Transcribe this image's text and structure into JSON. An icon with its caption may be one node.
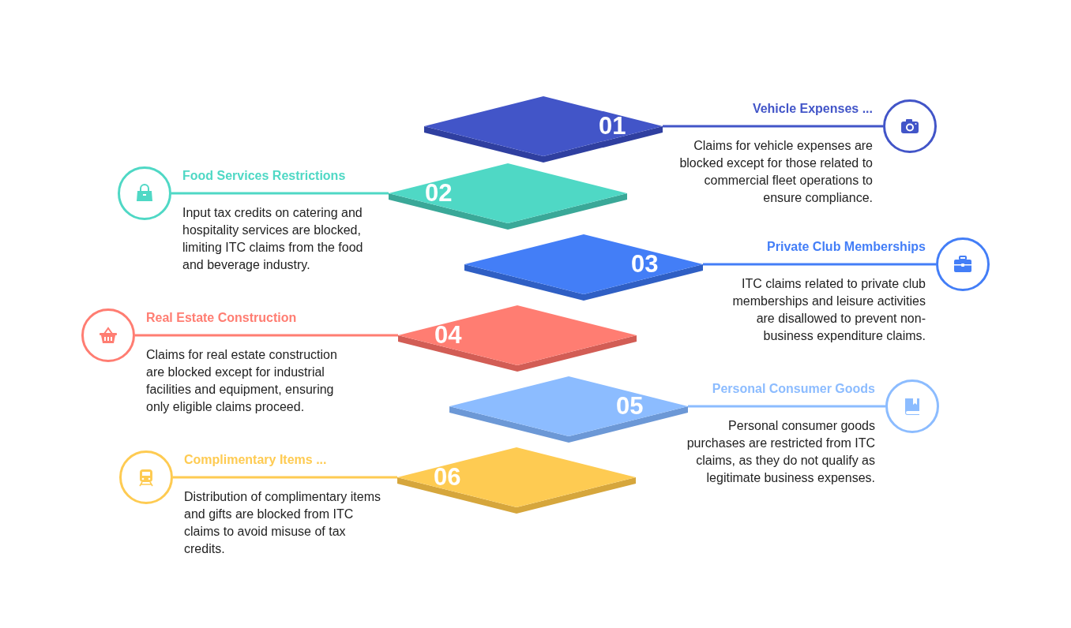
{
  "diagram": {
    "nodes": [
      {
        "text": [
          "01"
        ]
      },
      {
        "text": [],
        "shape": "circle",
        "beside": [
          "Vehicle Expenses ..."
        ]
      },
      {
        "text": [
          "02"
        ]
      },
      {
        "text": [],
        "shape": "circle",
        "beside": [
          "Food Services Restrictions"
        ]
      },
      {
        "text": [
          "03"
        ]
      },
      {
        "text": [],
        "shape": "circle",
        "beside": [
          "Private Club Memberships"
        ]
      },
      {
        "text": [
          "04"
        ]
      },
      {
        "text": [],
        "shape": "circle",
        "beside": [
          "Real Estate Construction"
        ]
      },
      {
        "text": [
          "05"
        ]
      },
      {
        "text": [],
        "shape": "circle",
        "beside": [
          "Personal Consumer Goods"
        ]
      },
      {
        "text": [
          "06"
        ]
      },
      {
        "text": [],
        "shape": "circle",
        "beside": [
          "Complimentary Items ..."
        ]
      }
    ],
    "edges": [
      {
        "from": 0,
        "to": 1,
        "arrow": "none",
        "color": "#4255c8"
      },
      {
        "from": 2,
        "to": 3,
        "arrow": "none",
        "color": "#4fd8c5"
      },
      {
        "from": 4,
        "to": 5,
        "arrow": "none",
        "color": "#437ef7"
      },
      {
        "from": 6,
        "to": 7,
        "arrow": "none",
        "color": "#ff7d72"
      },
      {
        "from": 8,
        "to": 9,
        "arrow": "none",
        "color": "#8cbcff"
      },
      {
        "from": 10,
        "to": 11,
        "arrow": "none",
        "color": "#fecb52"
      }
    ],
    "labels": [
      "Claims for vehicle expenses are blocked except for those related to commercial fleet operations to ensure compliance.",
      "Input tax credits on catering and hospitality services are blocked, limiting ITC claims from the food and beverage industry.",
      "ITC claims related to private club memberships and leisure activities are disallowed to prevent non-business expenditure claims.",
      "Claims for real estate construction are blocked except for industrial facilities and equipment, ensuring only eligible claims proceed.",
      "Personal consumer goods purchases are restricted from ITC claims, as they do not qualify as legitimate business expenses.",
      "Distribution of complimentary items and gifts are blocked from ITC claims to avoid misuse of tax credits."
    ]
  }
}
